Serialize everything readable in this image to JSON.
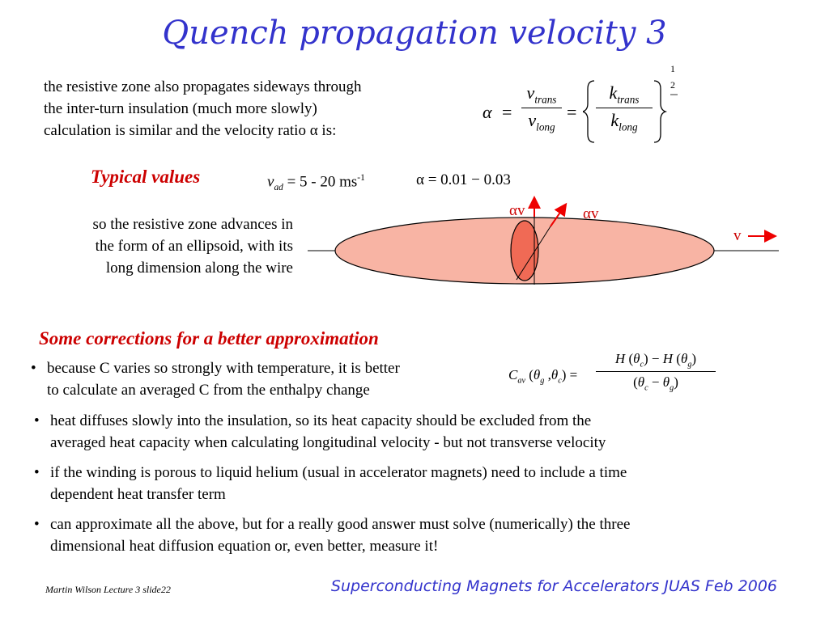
{
  "title": "Quench propagation velocity 3",
  "intro": {
    "line1": "the resistive zone also propagates sideways through",
    "line2": "the inter-turn insulation (much more slowly)",
    "line3": "calculation is similar and the velocity ratio α is:"
  },
  "eq1": {
    "alpha": "α",
    "equals": "=",
    "v": "v",
    "k": "k",
    "trans": "trans",
    "long": "long",
    "power_num": "1",
    "power_den": "2"
  },
  "typical": {
    "heading": "Typical values",
    "vad_symbol": "v",
    "vad_sub": "ad",
    "vad_value": " = 5 - 20 ms",
    "vad_exp": "-1",
    "alpha_range": "α = 0.01 − 0.03"
  },
  "ellipsoid_text": {
    "line1": "so the resistive zone advances in",
    "line2": "the form of an ellipsoid, with its",
    "line3": "long dimension along the wire"
  },
  "diagram": {
    "label_av_up": "αv",
    "label_av_diag": "αv",
    "label_v": "v",
    "fill_color": "#f8b4a4",
    "accent_color": "#ee0000"
  },
  "corrections": {
    "heading": "Some corrections for a better approximation",
    "bullet1_line1": "because C varies so strongly with temperature, it is better",
    "bullet1_line2": "to calculate an averaged C from the enthalpy change",
    "bullet2_line1": "heat diffuses slowly into the insulation, so its heat capacity should be excluded from the",
    "bullet2_line2": "averaged heat capacity when calculating longitudinal velocity - but not transverse velocity",
    "bullet3_line1": "if the winding is porous to liquid helium (usual in accelerator magnets) need to include a time",
    "bullet3_line2": "dependent heat transfer term",
    "bullet4_line1": "can approximate all the above, but for a really good answer must solve (numerically) the three",
    "bullet4_line2": "dimensional heat diffusion equation or, even better, measure it!",
    "bullet_char": "•"
  },
  "eq2": {
    "lhs": "C",
    "lhs_sub": "av",
    "lhs_args": "(θ",
    "num": "H(θ",
    "den": "(θ",
    "c": "c",
    "g": "g"
  },
  "footer": {
    "left": "Martin Wilson Lecture 3 slide22",
    "right": "Superconducting Magnets for Accelerators JUAS Feb 2006"
  }
}
